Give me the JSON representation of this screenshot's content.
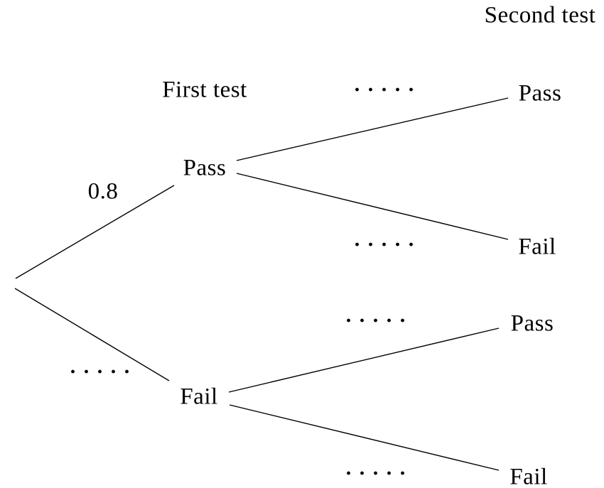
{
  "colors": {
    "background": "#ffffff",
    "line": "#000000",
    "text": "#000000"
  },
  "headers": [
    {
      "label": "First test"
    },
    {
      "label": "Second test"
    }
  ],
  "tree": {
    "first_level": [
      {
        "node": "Pass",
        "probability": "0.8"
      },
      {
        "node": "Fail",
        "probability": "·····"
      }
    ],
    "second_level": [
      {
        "parent": "Pass",
        "node": "Pass",
        "probability": "·····"
      },
      {
        "parent": "Pass",
        "node": "Fail",
        "probability": "·····"
      },
      {
        "parent": "Fail",
        "node": "Pass",
        "probability": "·····"
      },
      {
        "parent": "Fail",
        "node": "Fail",
        "probability": "·····"
      }
    ]
  }
}
